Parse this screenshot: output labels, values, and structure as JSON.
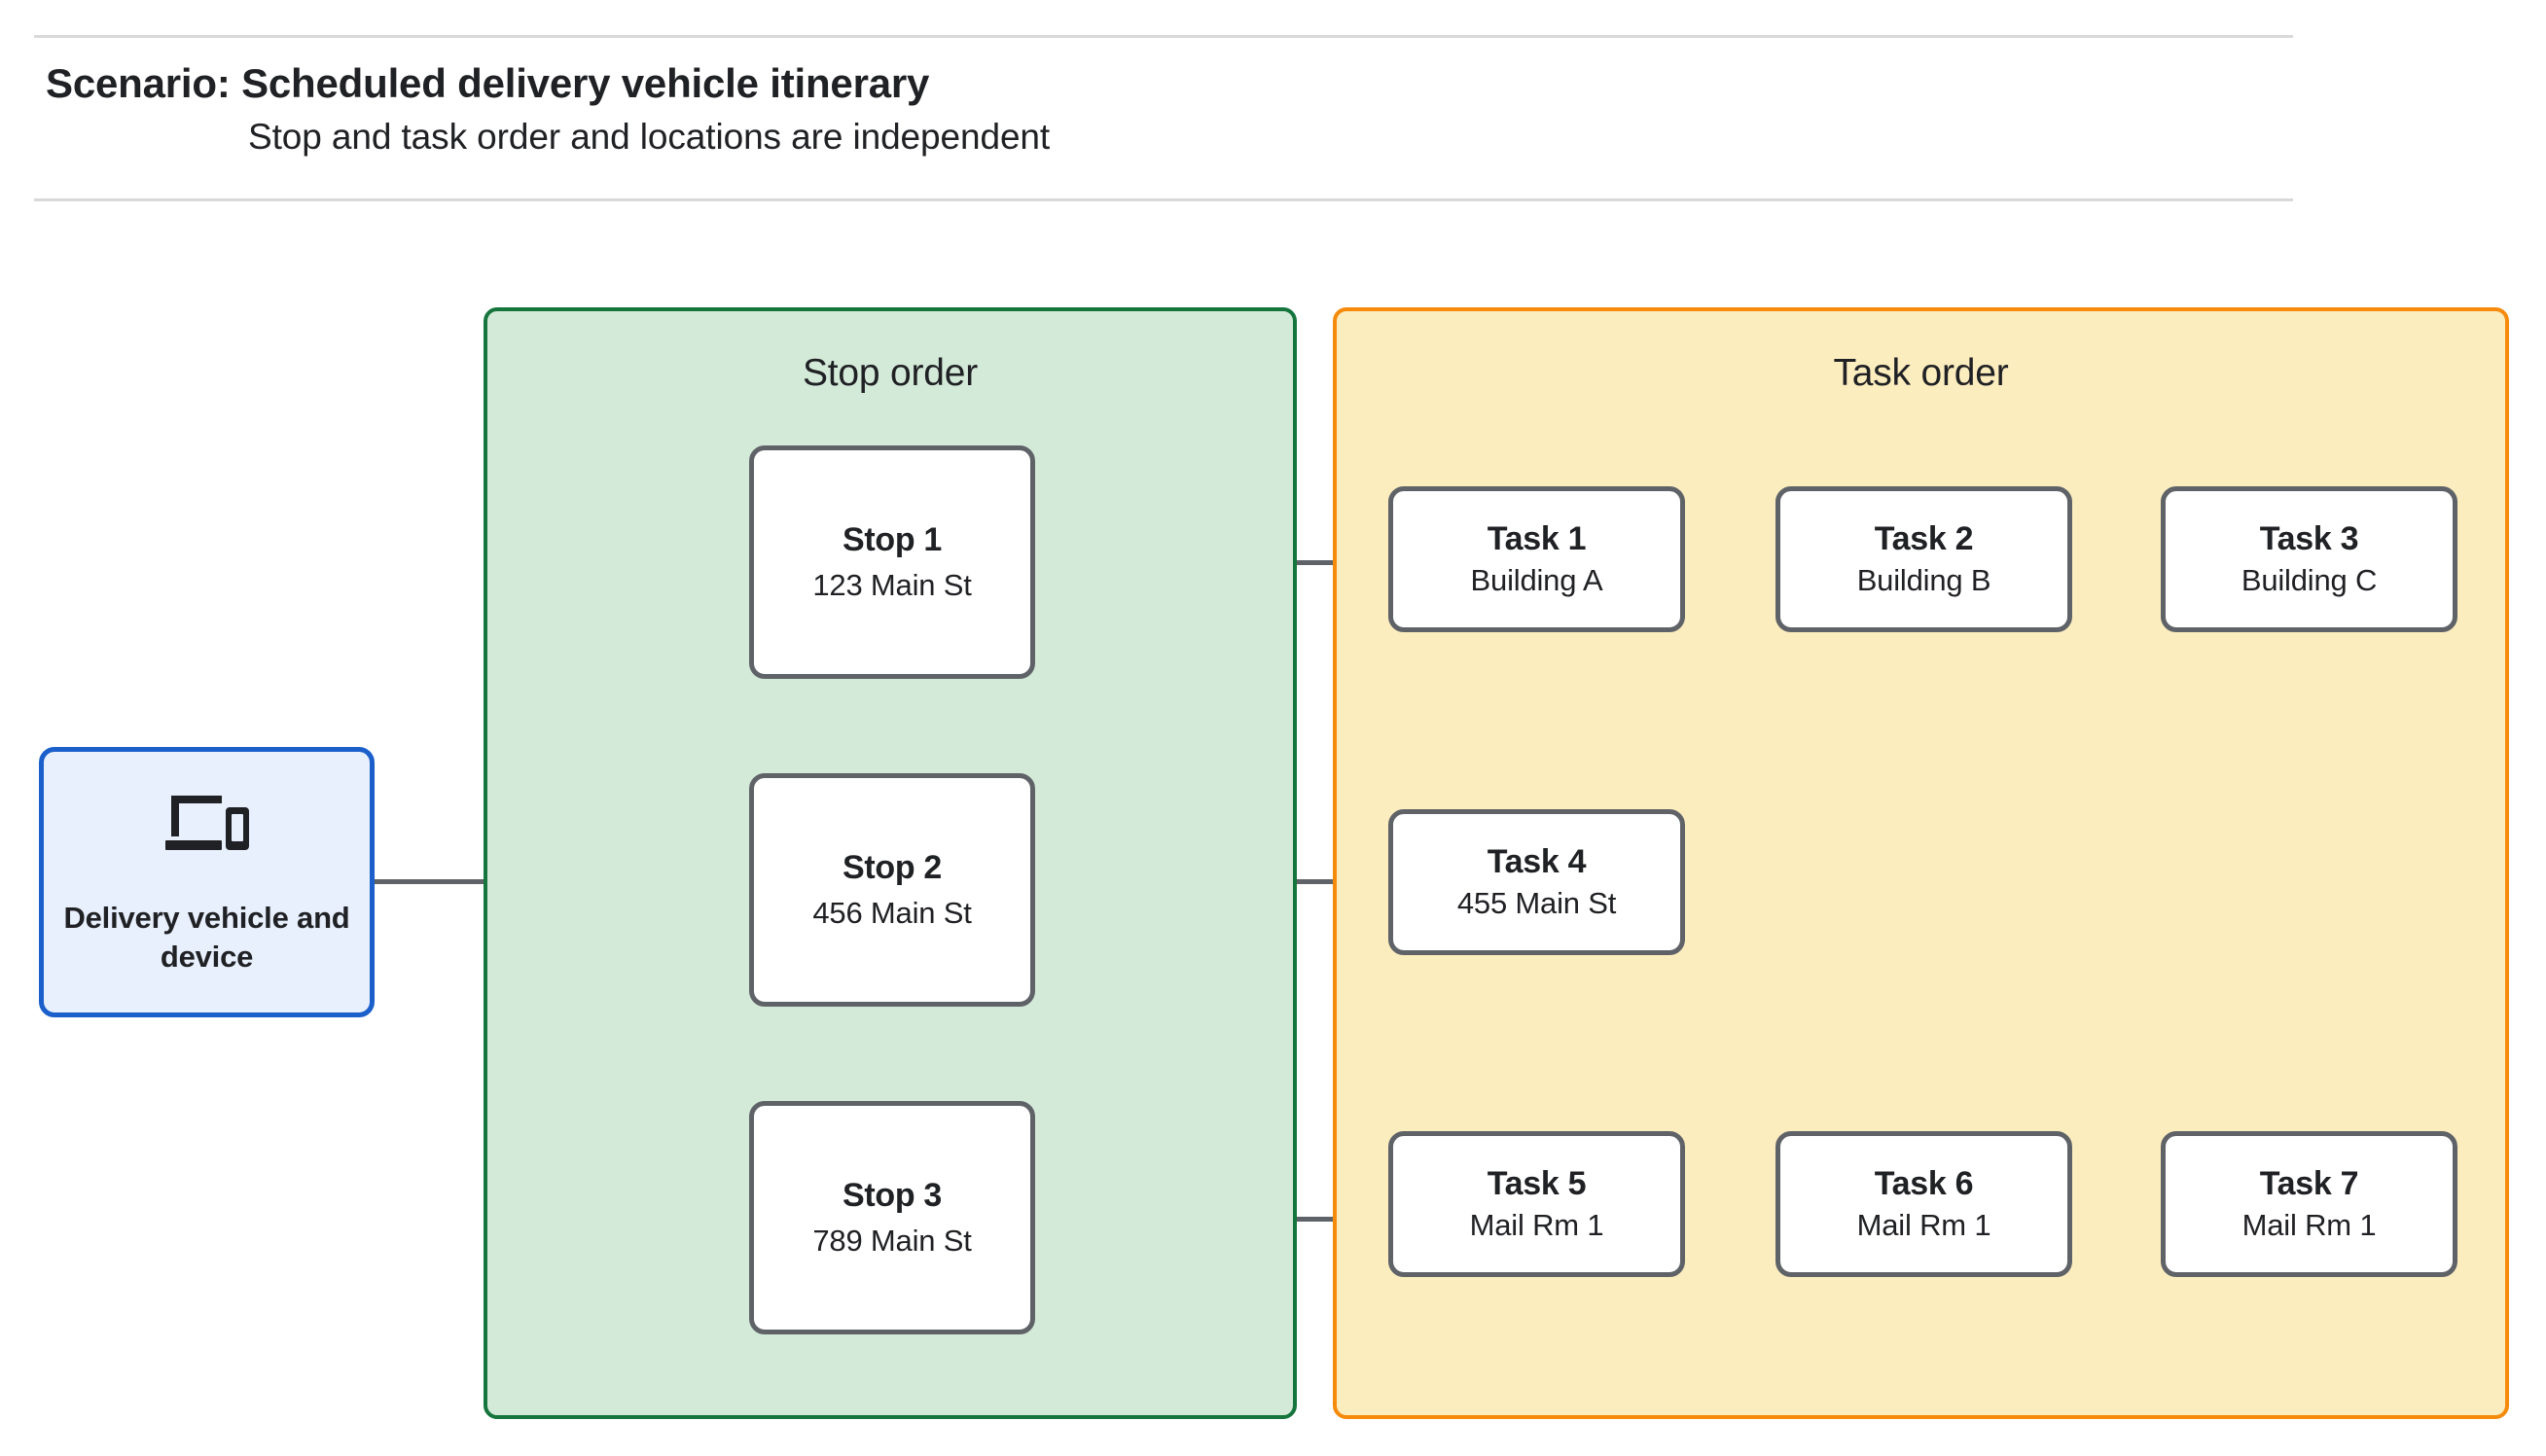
{
  "header": {
    "title": "Scenario: Scheduled delivery vehicle itinerary",
    "subtitle": "Stop and task order and locations are independent"
  },
  "source_node": {
    "icon": "devices-icon",
    "label": "Delivery vehicle and device"
  },
  "groups": [
    {
      "id": "stop-order",
      "title": "Stop order"
    },
    {
      "id": "task-order",
      "title": "Task order"
    }
  ],
  "stops": [
    {
      "title": "Stop 1",
      "location": "123 Main St"
    },
    {
      "title": "Stop 2",
      "location": "456 Main St"
    },
    {
      "title": "Stop 3",
      "location": "789 Main St"
    }
  ],
  "tasks": [
    {
      "title": "Task 1",
      "location": "Building A"
    },
    {
      "title": "Task 2",
      "location": "Building B"
    },
    {
      "title": "Task 3",
      "location": "Building C"
    },
    {
      "title": "Task 4",
      "location": "455 Main St"
    },
    {
      "title": "Task 5",
      "location": "Mail Rm 1"
    },
    {
      "title": "Task 6",
      "location": "Mail Rm 1"
    },
    {
      "title": "Task 7",
      "location": "Mail Rm 1"
    }
  ],
  "colors": {
    "stop_group_fill": "#d4ead9",
    "stop_group_border": "#15753c",
    "task_group_fill": "#fcedbf",
    "task_group_border": "#f58a0b",
    "device_fill": "#e8f0fe",
    "device_border": "#1a5fca",
    "node_border": "#5f6368",
    "connector": "#5f6368",
    "rule": "#d9d9d9"
  }
}
